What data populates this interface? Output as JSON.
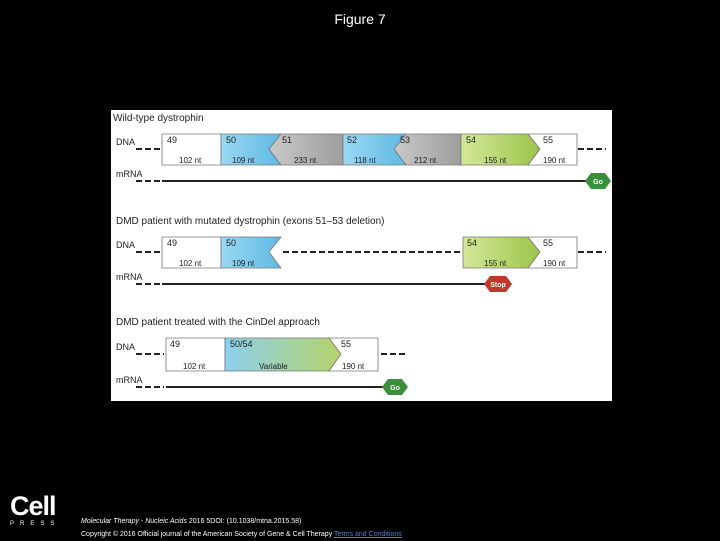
{
  "slide": {
    "title": "Figure 7"
  },
  "figure": {
    "panel1": {
      "title": "Wild-type dystrophin",
      "dna_label": "DNA",
      "mrna_label": "mRNA",
      "exons": [
        {
          "number": "49",
          "size": "102 nt"
        },
        {
          "number": "50",
          "size": "109 nt"
        },
        {
          "number": "51",
          "size": "233 nt"
        },
        {
          "number": "52",
          "size": "118 nt"
        },
        {
          "number": "53",
          "size": "212 nt"
        },
        {
          "number": "54",
          "size": "155 nt"
        },
        {
          "number": "55",
          "size": "190 nt"
        }
      ],
      "signal": "Go"
    },
    "panel2": {
      "title": "DMD patient with mutated dystrophin (exons 51–53 deletion)",
      "dna_label": "DNA",
      "mrna_label": "mRNA",
      "exons": [
        {
          "number": "49",
          "size": "102 nt"
        },
        {
          "number": "50",
          "size": "109 nt"
        },
        {
          "number": "54",
          "size": "155 nt"
        },
        {
          "number": "55",
          "size": "190 nt"
        }
      ],
      "signal": "Stop"
    },
    "panel3": {
      "title": "DMD patient treated with the CinDel approach",
      "dna_label": "DNA",
      "mrna_label": "mRNA",
      "exons": [
        {
          "number": "49",
          "size": "102 nt"
        },
        {
          "number": "50/54",
          "size": "Variable"
        },
        {
          "number": "55",
          "size": "190 nt"
        }
      ],
      "signal": "Go"
    },
    "colors": {
      "white_exon": "#ffffff",
      "blue_exon": "#6ec6ea",
      "gray_exon": "#b3b3b3",
      "green_exon": "#b5d36a",
      "go": "#3a8f3a",
      "stop": "#c0392b"
    }
  },
  "publisher": {
    "logo_text": "Cell",
    "logo_sub": "PRESS"
  },
  "footer": {
    "journal": "Molecular Therapy - Nucleic Acids",
    "citation": " 2016 5DOI: (10.1038/mtna.2015.58)",
    "copyright": "Copyright © 2016 Official journal of the American Society of Gene & Cell Therapy ",
    "terms_link": "Terms and Conditions"
  }
}
